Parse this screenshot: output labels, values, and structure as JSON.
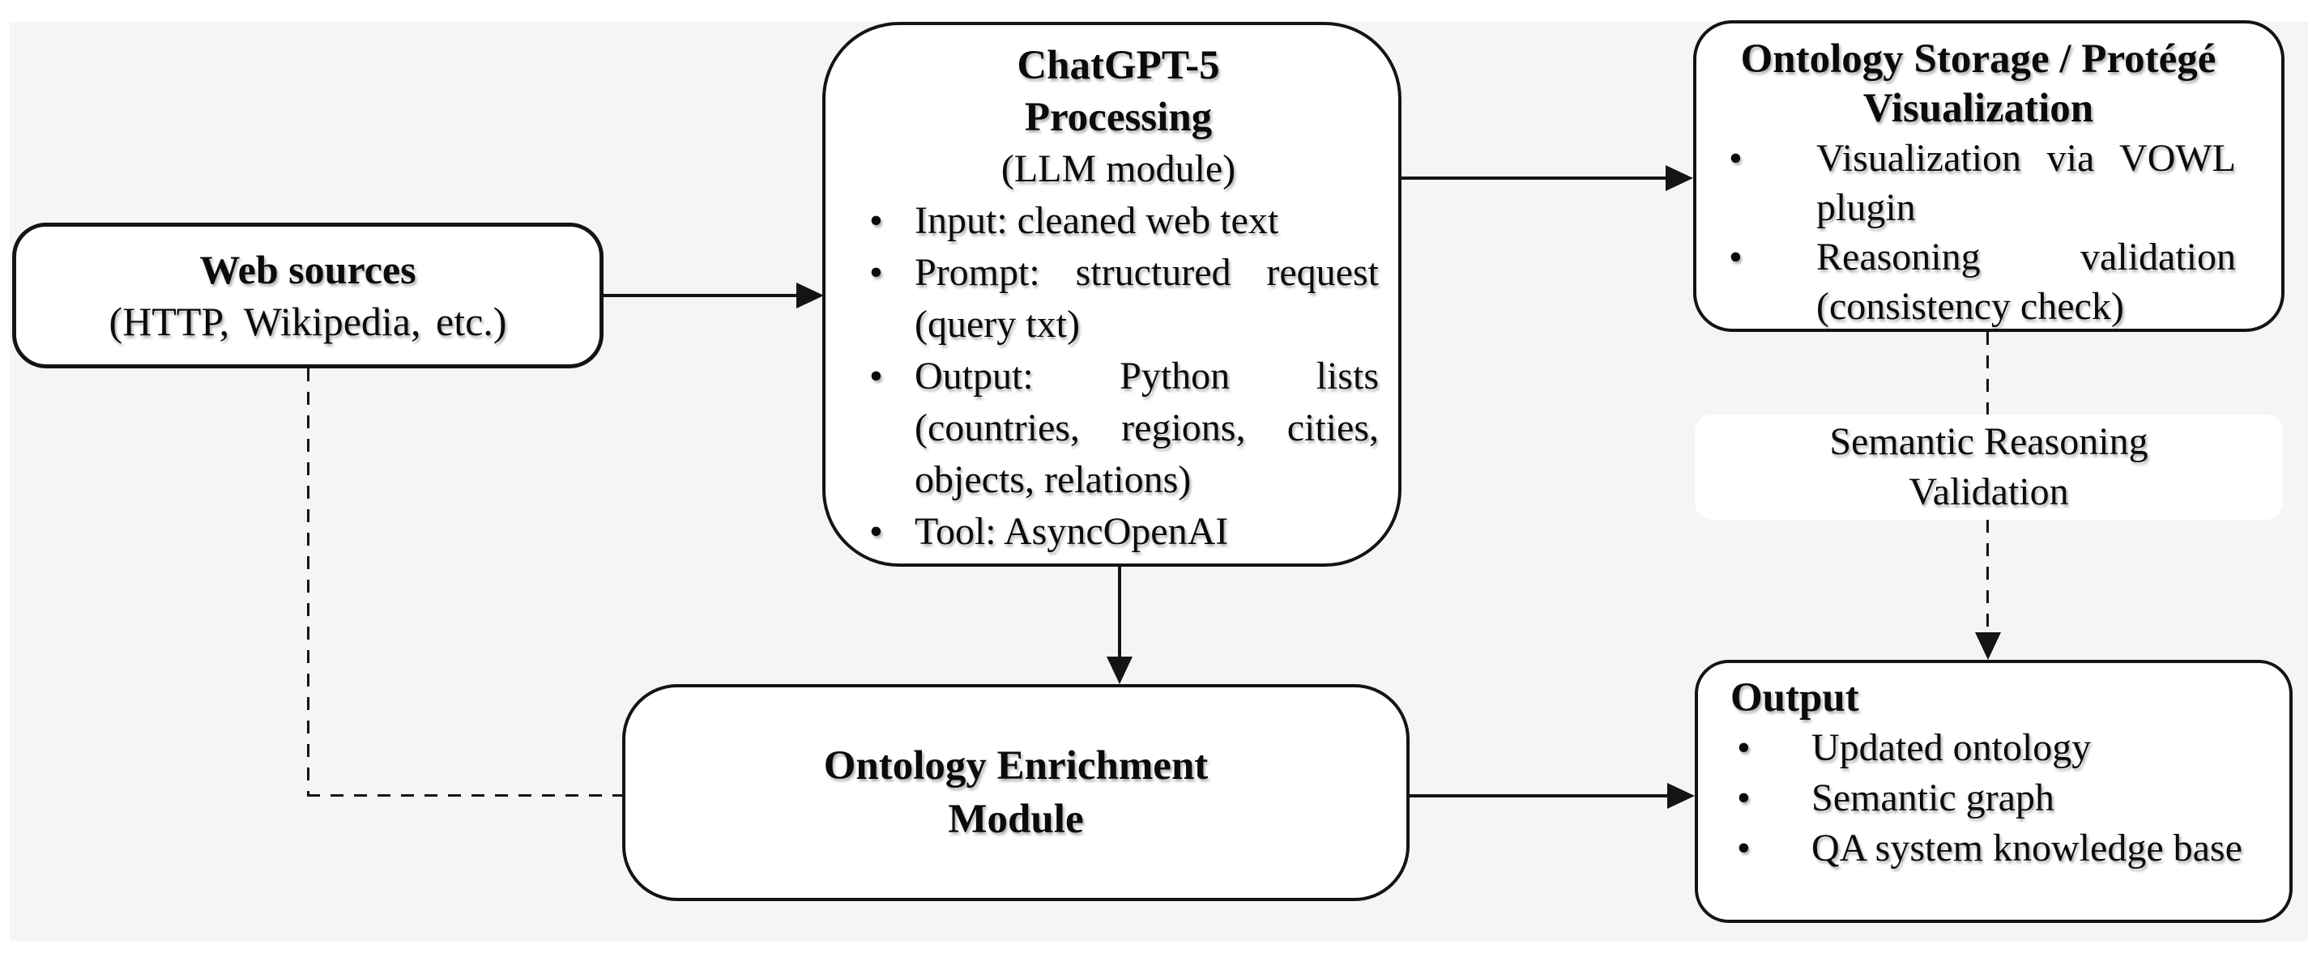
{
  "colors": {
    "background": "#ffffff",
    "panel": "#f4f5f4",
    "box_fill": "#ffffff",
    "line": "#141414",
    "text": "#0b0b0b"
  },
  "boxes": {
    "web_sources": {
      "title": "Web sources",
      "subtitle": "(HTTP, Wikipedia, etc.)"
    },
    "chatgpt": {
      "title_lines": [
        "ChatGPT-5",
        "Processing"
      ],
      "subtitle": "(LLM module)",
      "bullets": [
        "Input: cleaned web text",
        "Prompt: structured request (query txt)",
        "Output: Python lists (countries, regions, cities, objects, relations)",
        "Tool: AsyncOpenAI"
      ]
    },
    "ontology_storage": {
      "title_lines": [
        "Ontology Storage / Protégé",
        "Visualization"
      ],
      "bullets": [
        "Visualization via VOWL plugin",
        "Reasoning validation (consistency check)"
      ]
    },
    "semantic_label": {
      "lines": [
        "Semantic Reasoning",
        "Validation"
      ]
    },
    "enrichment": {
      "title_lines": [
        "Ontology Enrichment",
        "Module"
      ]
    },
    "output": {
      "title": "Output",
      "bullets": [
        "Updated ontology",
        "Semantic graph",
        "QA system knowledge base"
      ]
    }
  }
}
